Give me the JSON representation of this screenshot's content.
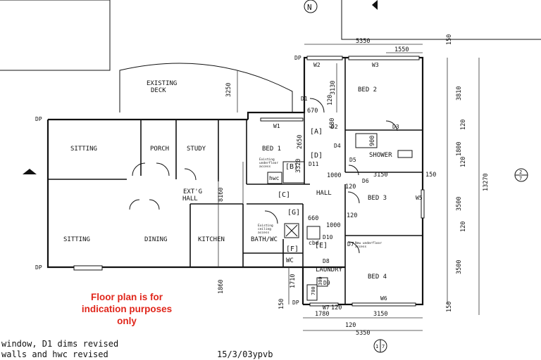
{
  "rooms": {
    "sitting_1": "SITTING",
    "porch": "PORCH",
    "study": "STUDY",
    "bed1": "BED 1",
    "bed2": "BED 2",
    "shower": "SHOWER",
    "sitting_2": "SITTING",
    "dining": "DINING",
    "kitchen": "KITCHEN",
    "bath_wc": "BATH/WC",
    "wc": "WC",
    "laundry": "LAUNDRY",
    "bed3": "BED 3",
    "bed4": "BED 4",
    "hall": "HALL",
    "ext_hall_line1": "EXT'G",
    "ext_hall_line2": "HALL",
    "existing_deck_line1": "EXISTING",
    "existing_deck_line2": "DECK"
  },
  "tags": {
    "d1": "D1",
    "d2": "D2",
    "d3": "D3",
    "d4": "D4",
    "d5": "D5",
    "d6": "D6",
    "d7": "D7",
    "d8": "D8",
    "d9": "D9",
    "d10": "D10",
    "d11": "D11",
    "w1": "W1",
    "w2": "W2",
    "w3": "W3",
    "w5": "W5",
    "w6": "W6",
    "w7": "W7",
    "a": "[A]",
    "b": "[B]",
    "c": "[C]",
    "d": "[D]",
    "e": "[E]",
    "f": "[F]",
    "g": "[G]",
    "hwc": "hwc",
    "cbd": "cbd",
    "dp_top": "DP",
    "dp_left1": "DP",
    "dp_left2": "DP",
    "dp_bottom": "DP"
  },
  "small_notes": {
    "underfloor_1_line1": "Existing",
    "underfloor_1_line2": "underfloor",
    "underfloor_1_line3": "access",
    "ceiling_line1": "Existing",
    "ceiling_line2": "ceiling",
    "ceiling_line3": "access",
    "underfloor_2_line1": "New underfloor",
    "underfloor_2_line2": "access"
  },
  "dimensions": {
    "top_5350": "5350",
    "top_1550": "1550",
    "v_150_top": "150",
    "v_3250": "3250",
    "v_3130": "3130",
    "v_120_a": "120",
    "h_670": "670",
    "v_680": "680",
    "v_900": "900",
    "v_2650": "2650",
    "v_3320": "3320",
    "v_3810": "3810",
    "v_120_b": "120",
    "v_1800": "1800",
    "v_120_c": "120",
    "v_3500_a": "3500",
    "v_120_d": "120",
    "v_3500_b": "3500",
    "v_13270": "13270",
    "h_1000_a": "1000",
    "h_3150_a": "3150",
    "h_150_mid": "150",
    "v_120_e": "120",
    "v_8160": "8160",
    "h_660": "660",
    "h_120_f": "120",
    "h_1000_b": "1000",
    "v_1860": "1860",
    "v_1710": "1710",
    "v_150_bl": "150",
    "v_150_br": "150",
    "h_120_w7": "120",
    "h_1780": "1780",
    "h_3150_b": "3150",
    "h_120_bottom": "120",
    "h_5350_bottom": "5350",
    "v_700": "700",
    "v_300": "300"
  },
  "section_marks": {
    "right_top": "2",
    "right_bottom": "7",
    "bottom_top": "1",
    "bottom_bottom": "7"
  },
  "note": {
    "line1": "Floor plan is for",
    "line2": "indication purposes",
    "line3": "only",
    "color": "#e0261b"
  },
  "revision": {
    "line1": "window, D1 dims revised",
    "line2": "walls and hwc revised",
    "date": "15/3/03ypvb"
  },
  "compass_label": "N"
}
